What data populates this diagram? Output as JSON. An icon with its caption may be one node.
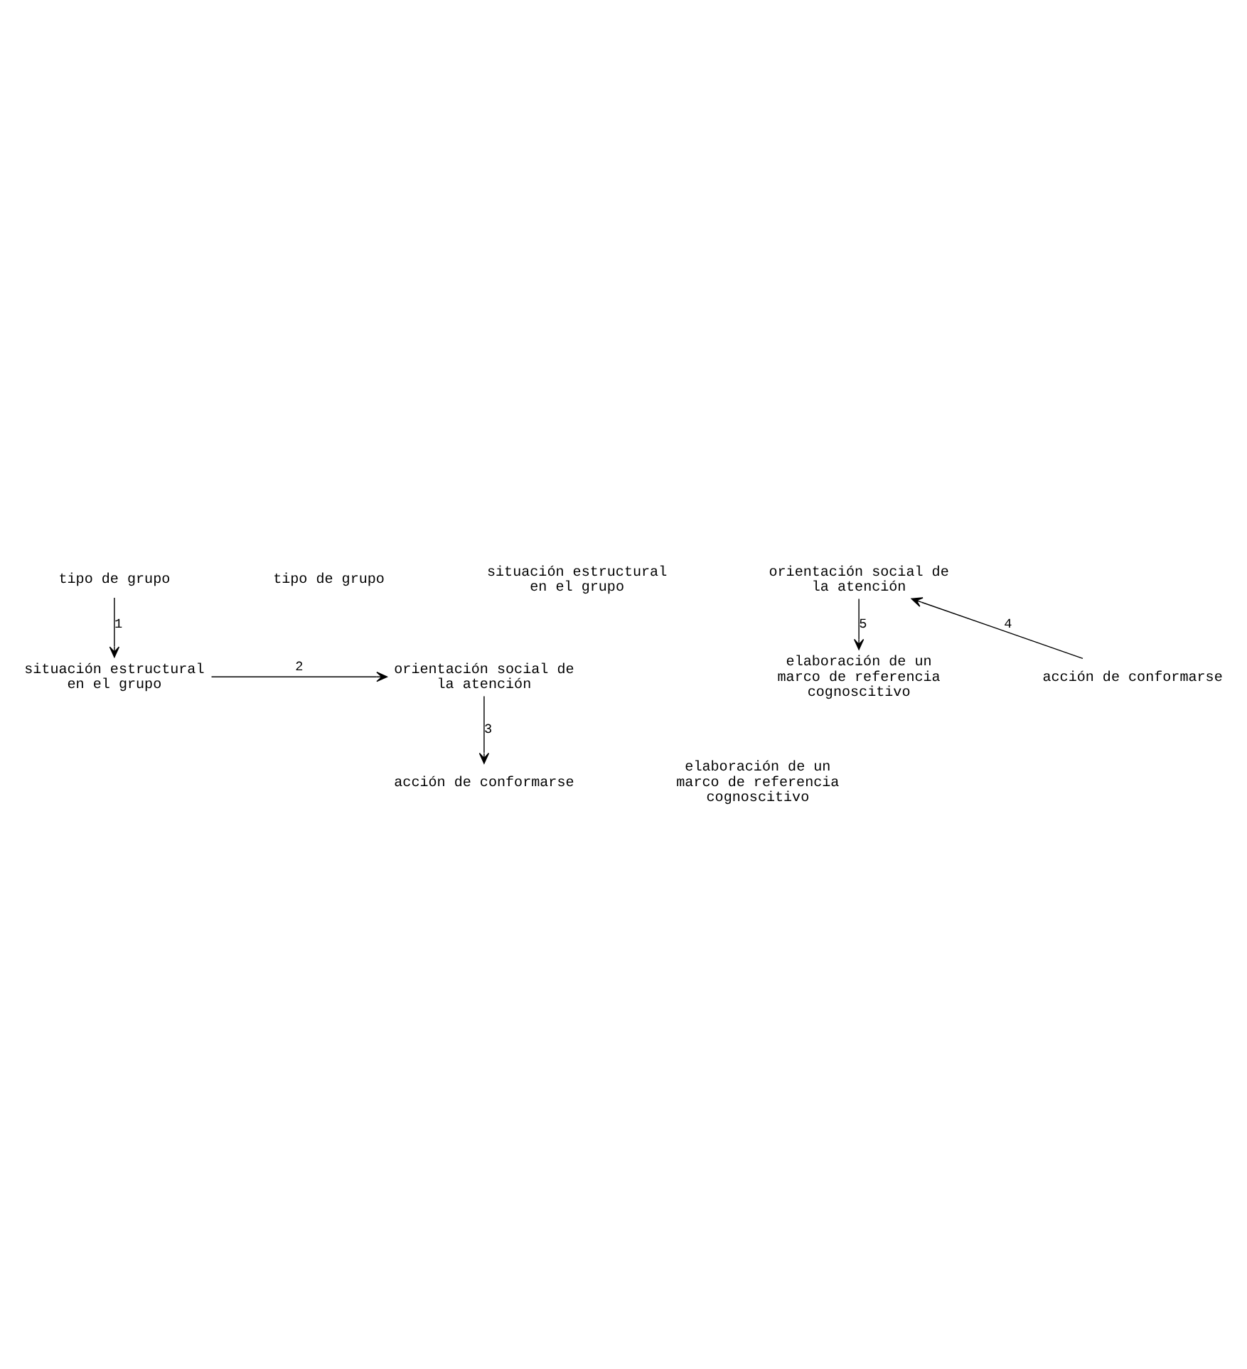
{
  "diagram": {
    "nodes": [
      {
        "text": [
          "tipo de grupo"
        ]
      },
      {
        "text": [
          "situación estructural en el grupo"
        ]
      },
      {
        "text": [
          "orientación social de la atención"
        ]
      },
      {
        "text": [
          "elaboración de un marco de referencia cognoscitivo"
        ]
      },
      {
        "text": [
          "acción de conformarse"
        ]
      },
      {
        "text": [
          "tipo de grupo"
        ]
      },
      {
        "text": [
          "situación estructural en el grupo"
        ]
      },
      {
        "text": [
          "orientación social de la atención"
        ]
      },
      {
        "text": [
          "elaboración de un marco de referencia cognoscitivo"
        ]
      },
      {
        "text": [
          "acción de conformarse"
        ]
      }
    ],
    "edges": [
      {
        "from": 0,
        "to": 1,
        "arrow": "to",
        "label": "1"
      },
      {
        "from": 1,
        "to": 2,
        "arrow": "to",
        "label": "2"
      },
      {
        "from": 2,
        "to": 4,
        "arrow": "to",
        "label": "3"
      },
      {
        "from": 9,
        "to": 7,
        "arrow": "to",
        "label": "4"
      },
      {
        "from": 7,
        "to": 8,
        "arrow": "to",
        "label": "5"
      }
    ]
  }
}
